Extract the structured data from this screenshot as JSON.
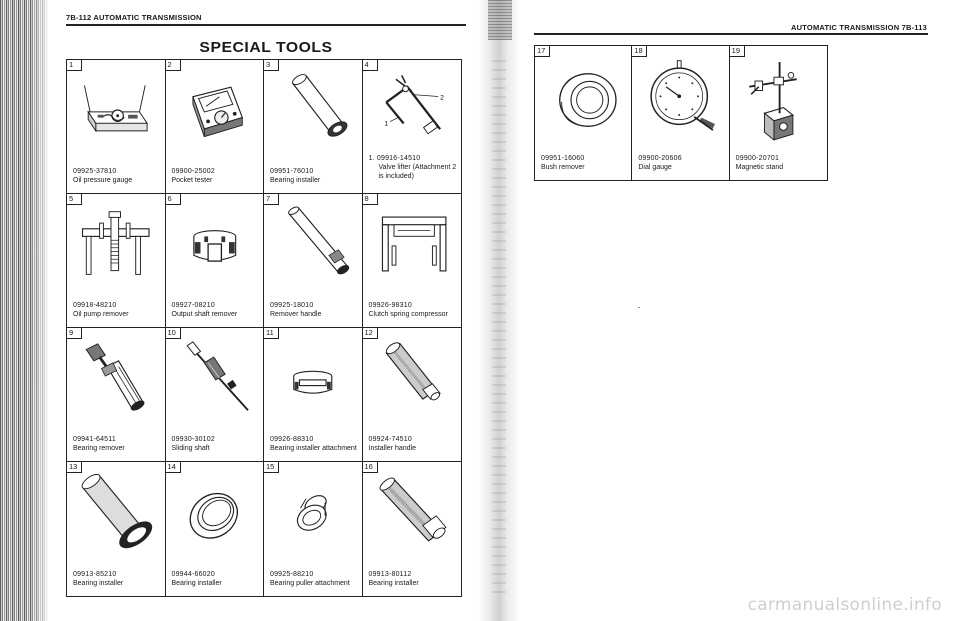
{
  "left_page": {
    "header": "7B-112 AUTOMATIC TRANSMISSION",
    "section_title": "SPECIAL TOOLS",
    "tools": [
      {
        "num": "1",
        "part": "09925-37810",
        "name": "Oil pressure gauge",
        "icon": "oil-pressure-gauge-kit-icon"
      },
      {
        "num": "2",
        "part": "09900-25002",
        "name": "Pocket tester",
        "icon": "pocket-tester-icon"
      },
      {
        "num": "3",
        "part": "09951-76010",
        "name": "Bearing installer",
        "icon": "bearing-installer-icon"
      },
      {
        "num": "4",
        "part": "1. 09916-14510",
        "name": "Valve lifter (Attachment 2 is included)",
        "icon": "valve-lifter-icon"
      },
      {
        "num": "5",
        "part": "09918-48210",
        "name": "Oil pump remover",
        "icon": "oil-pump-remover-icon"
      },
      {
        "num": "6",
        "part": "09927-08210",
        "name": "Output shaft remover",
        "icon": "output-shaft-remover-icon"
      },
      {
        "num": "7",
        "part": "09925-18010",
        "name": "Remover handle",
        "icon": "remover-handle-icon"
      },
      {
        "num": "8",
        "part": "09926-98310",
        "name": "Clutch spring compressor",
        "icon": "clutch-spring-compressor-icon"
      },
      {
        "num": "9",
        "part": "09941-64511",
        "name": "Bearing remover",
        "icon": "bearing-remover-icon"
      },
      {
        "num": "10",
        "part": "09930-30102",
        "name": "Sliding shaft",
        "icon": "sliding-shaft-icon"
      },
      {
        "num": "11",
        "part": "09926-88310",
        "name": "Bearing installer attachment",
        "icon": "bearing-installer-attachment-icon"
      },
      {
        "num": "12",
        "part": "09924-74510",
        "name": "Installer handle",
        "icon": "installer-handle-icon"
      },
      {
        "num": "13",
        "part": "09913-85210",
        "name": "Bearing installer",
        "icon": "bearing-installer-icon"
      },
      {
        "num": "14",
        "part": "09944-66020",
        "name": "Bearing installer",
        "icon": "bearing-installer-ring-icon"
      },
      {
        "num": "15",
        "part": "09925-88210",
        "name": "Bearing puller attachment",
        "icon": "bearing-puller-attachment-icon"
      },
      {
        "num": "16",
        "part": "09913-80112",
        "name": "Bearing installer",
        "icon": "bearing-installer-icon"
      }
    ]
  },
  "right_page": {
    "header": "AUTOMATIC TRANSMISSION 7B-113",
    "tools": [
      {
        "num": "17",
        "part": "09951-16060",
        "name": "Bush remover",
        "icon": "bush-remover-icon"
      },
      {
        "num": "18",
        "part": "09900-20606",
        "name": "Dial gauge",
        "icon": "dial-gauge-icon"
      },
      {
        "num": "19",
        "part": "09900-20701",
        "name": "Magnetic stand",
        "icon": "magnetic-stand-icon"
      }
    ]
  },
  "callouts": {
    "one": "1",
    "two": "2"
  },
  "watermark": "carmanualsonline.info"
}
